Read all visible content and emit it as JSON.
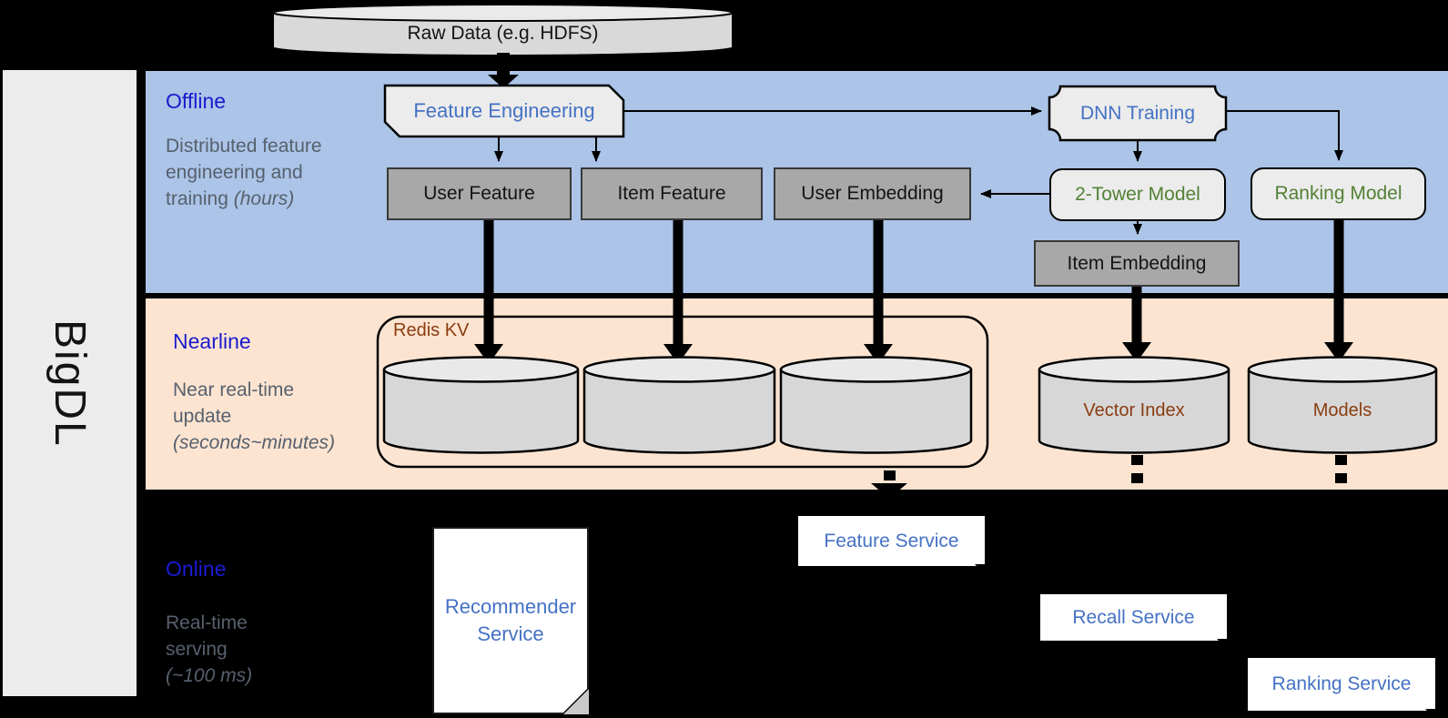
{
  "sidebar": {
    "brand": "BigDL"
  },
  "nodes": {
    "raw_data": "Raw Data (e.g. HDFS)",
    "feature_engineering": "Feature Engineering",
    "dnn_training": "DNN Training",
    "user_feature": "User Feature",
    "item_feature": "Item Feature",
    "user_embedding": "User Embedding",
    "two_tower_model": "2-Tower Model",
    "ranking_model": "Ranking Model",
    "item_embedding": "Item Embedding",
    "redis_kv": "Redis KV",
    "vector_index": "Vector Index",
    "models": "Models",
    "recommender_service": "Recommender Service",
    "feature_service": "Feature Service",
    "recall_service": "Recall Service",
    "ranking_service": "Ranking Service"
  },
  "sections": {
    "offline": {
      "title": "Offline",
      "desc": "Distributed feature engineering and training ",
      "desc_em": "(hours)"
    },
    "nearline": {
      "title": "Nearline",
      "desc": "Near real-time update ",
      "desc_em": "(seconds~minutes)"
    },
    "online": {
      "title": "Online",
      "desc": "Real-time serving ",
      "desc_em": "(~100 ms)"
    }
  },
  "colors": {
    "offline_band": "#abc4e7",
    "nearline_band": "#fce4d1",
    "node_blue_text": "#4472c4",
    "section_blue": "#1a1ace",
    "model_green": "#538135",
    "storage_brown": "#8a3c10",
    "gray_box": "#a8a8a8",
    "light_shape": "#ececec"
  }
}
